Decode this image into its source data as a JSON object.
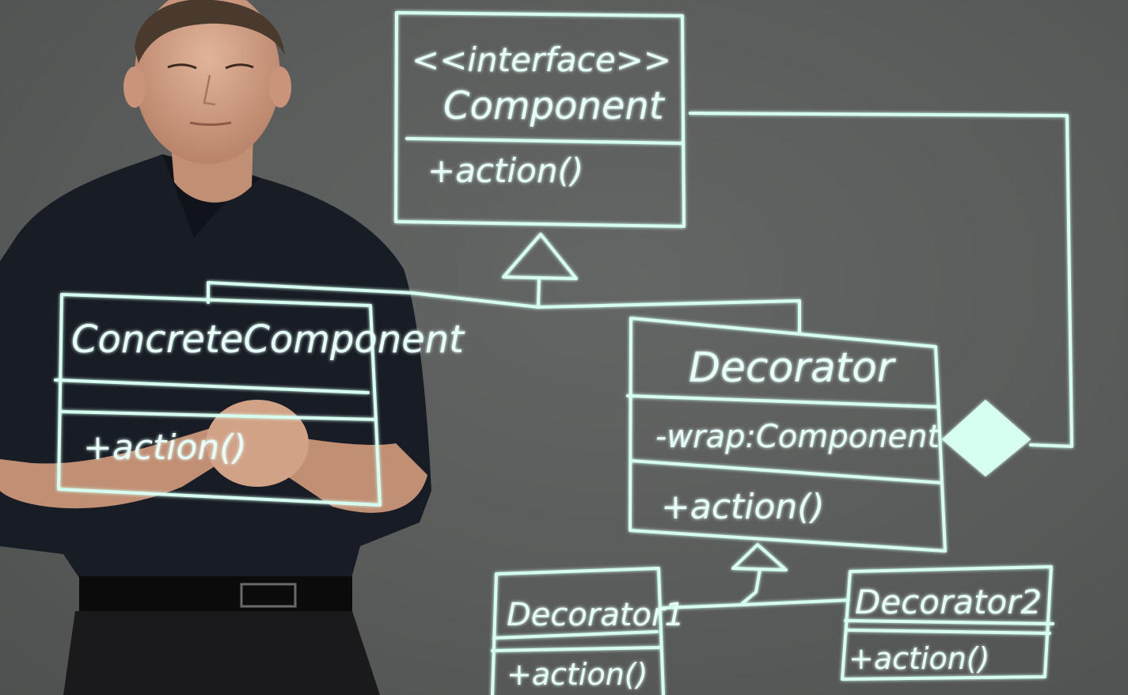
{
  "colors": {
    "board": "#5c5e5d",
    "ink": "#d6fff1",
    "shirt": "#181c24",
    "skin": "#d2a287"
  },
  "component": {
    "stereotype": "<<interface>>",
    "name": "Component",
    "method": "+action()"
  },
  "concrete": {
    "name": "ConcreteComponent",
    "method": "+action()"
  },
  "decorator": {
    "name": "Decorator",
    "field": "-wrap:Component",
    "method": "+action()"
  },
  "decorator1": {
    "name": "Decorator1",
    "method": "+action()"
  },
  "decorator2": {
    "name": "Decorator2",
    "method": "+action()"
  }
}
